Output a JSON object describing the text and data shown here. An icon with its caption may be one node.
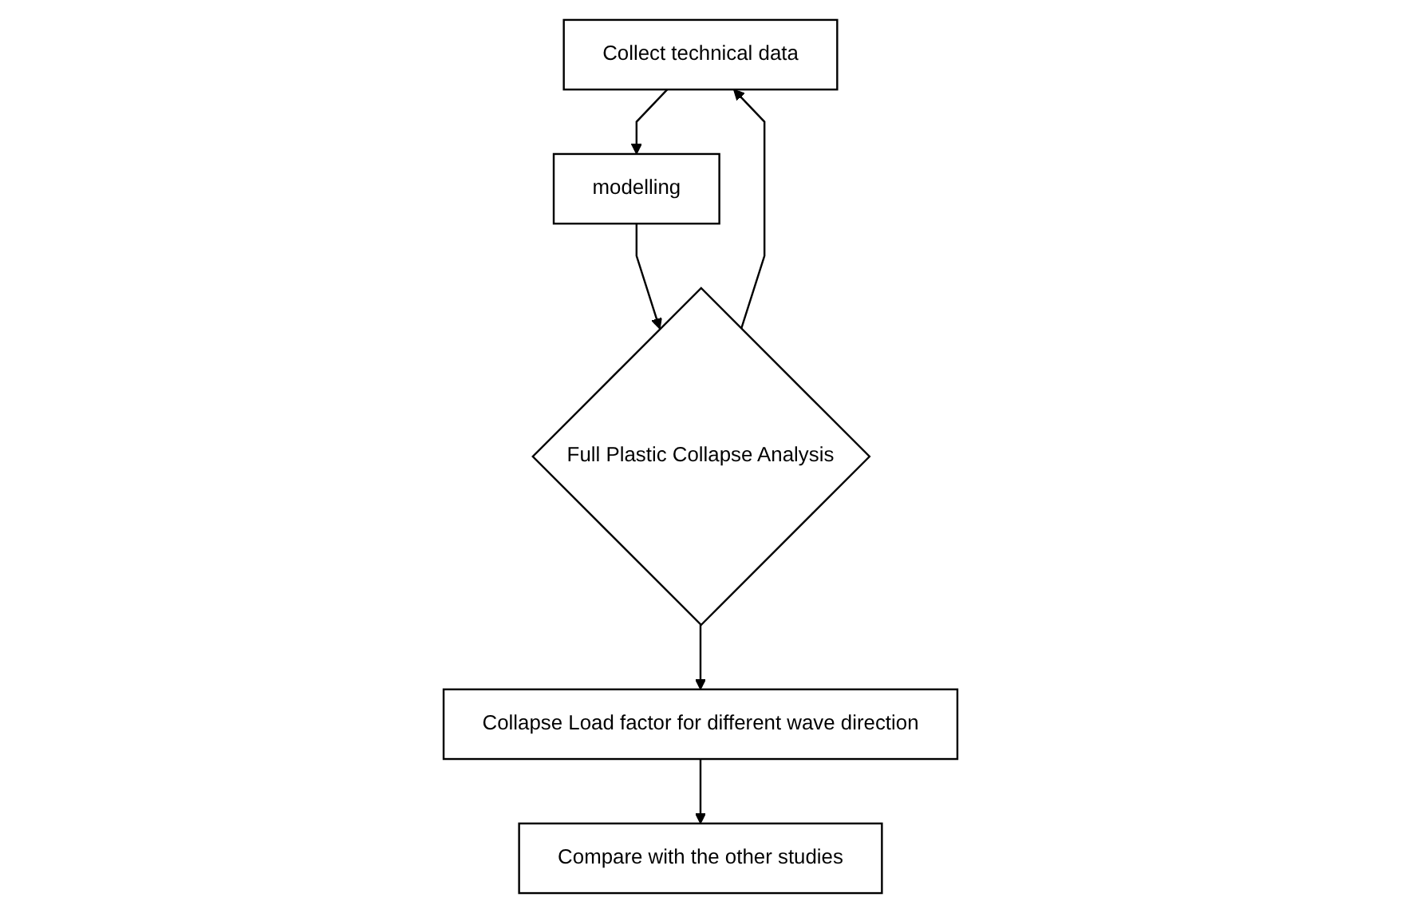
{
  "diagram": {
    "nodes": [
      {
        "text": [
          "Collect technical data"
        ]
      },
      {
        "text": [
          "modelling"
        ]
      },
      {
        "text": [
          "Full Plastic Collapse Analysis"
        ]
      },
      {
        "text": [
          "Collapse Load factor for different wave direction"
        ]
      },
      {
        "text": [
          "Compare with the other studies"
        ]
      }
    ],
    "edges": [
      {
        "from": 0,
        "to": 1,
        "arrow": "to"
      },
      {
        "from": 1,
        "to": 2,
        "arrow": "to"
      },
      {
        "from": 2,
        "to": 3,
        "arrow": "to"
      },
      {
        "from": 3,
        "to": 4,
        "arrow": "to"
      },
      {
        "from": 2,
        "to": 0,
        "arrow": "to"
      }
    ]
  }
}
